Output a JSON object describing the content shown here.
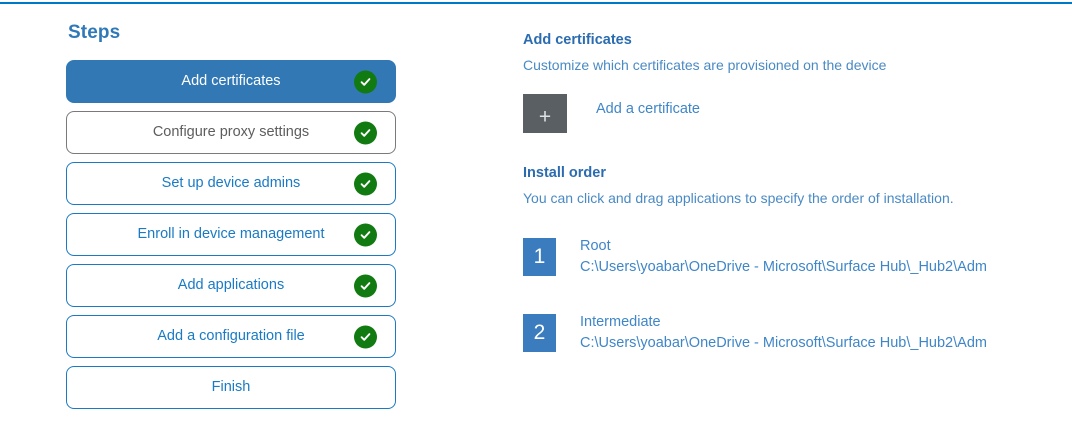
{
  "theme": {
    "accent_blue": "#1a7ac4",
    "active_step_blue": "#3178b5",
    "heading_blue": "#2b6cb0",
    "link_blue": "#3f86c8",
    "check_green": "#117a11",
    "tile_gray": "#5a5f64",
    "top_rule_blue": "#0078c8",
    "order_badge_blue": "#3a7cbe"
  },
  "steps": {
    "title": "Steps",
    "items": [
      {
        "label": "Add certificates",
        "state": "active",
        "completed": true,
        "icon": "check-circle-icon"
      },
      {
        "label": "Configure proxy settings",
        "state": "hovered",
        "completed": true,
        "icon": "check-circle-icon"
      },
      {
        "label": "Set up device admins",
        "state": "default",
        "completed": true,
        "icon": "check-circle-icon"
      },
      {
        "label": "Enroll in device management",
        "state": "default",
        "completed": true,
        "icon": "check-circle-icon"
      },
      {
        "label": "Add applications",
        "state": "default",
        "completed": true,
        "icon": "check-circle-icon"
      },
      {
        "label": "Add a configuration file",
        "state": "default",
        "completed": true,
        "icon": "check-circle-icon"
      },
      {
        "label": "Finish",
        "state": "default",
        "completed": false,
        "icon": ""
      }
    ]
  },
  "detail": {
    "heading": "Add certificates",
    "subtitle": "Customize which certificates are provisioned on the device",
    "add_certificate": {
      "tile_icon": "plus-icon",
      "tile_glyph": "+",
      "link_label": "Add a certificate"
    },
    "install_order": {
      "heading": "Install order",
      "subtitle": "You can click and drag applications to specify the order of installation.",
      "items": [
        {
          "order": "1",
          "name": "Root",
          "path": "C:\\Users\\yoabar\\OneDrive - Microsoft\\Surface Hub\\_Hub2\\Adm"
        },
        {
          "order": "2",
          "name": "Intermediate",
          "path": "C:\\Users\\yoabar\\OneDrive - Microsoft\\Surface Hub\\_Hub2\\Adm"
        }
      ]
    }
  }
}
